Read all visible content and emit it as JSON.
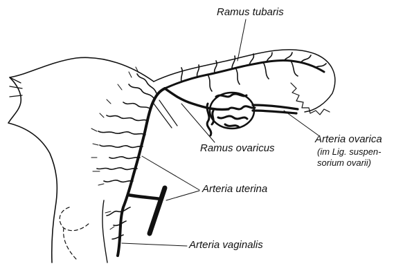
{
  "diagram": {
    "labels": {
      "ramus_tubaris": "Ramus tubaris",
      "ramus_ovaricus": "Ramus ovaricus",
      "arteria_ovarica": "Arteria ovarica",
      "arteria_ovarica_note_line1": "(im Lig. suspen-",
      "arteria_ovarica_note_line2": "sorium ovarii)",
      "arteria_uterina": "Arteria uterina",
      "arteria_vaginalis": "Arteria vaginalis"
    }
  }
}
